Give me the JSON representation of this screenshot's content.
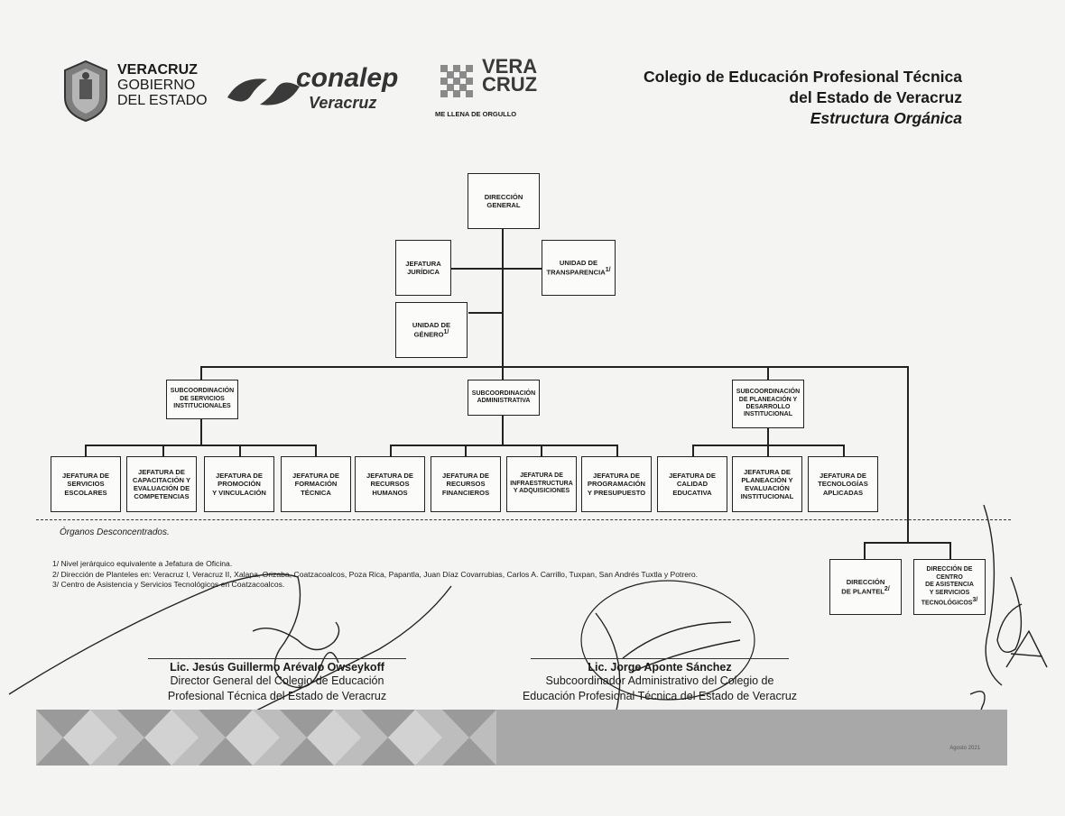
{
  "header": {
    "veracruz_gov": [
      "VERACRUZ",
      "GOBIERNO",
      "DEL ESTADO"
    ],
    "conalep": "conalep",
    "conalep_state": "Veracruz",
    "vera": "VERA",
    "cruz": "CRUZ",
    "vera_tagline": "ME LLENA DE ORGULLO",
    "title_line1": "Colegio de Educación Profesional Técnica",
    "title_line2": "del Estado de Veracruz",
    "title_line3": "Estructura Orgánica"
  },
  "org": {
    "direccion_general": "DIRECCIÓN\nGENERAL",
    "jefatura_juridica": "JEFATURA\nJURÍDICA",
    "unidad_transparencia": "UNIDAD DE\nTRANSPARENCIA",
    "unidad_genero": "UNIDAD DE\nGÉNERO",
    "sup_1": "1/",
    "sup_2": "2/",
    "sup_3": "3/",
    "sub_servicios": "SUBCOORDINACIÓN\nDE SERVICIOS\nINSTITUCIONALES",
    "sub_administrativa": "SUBCOORDINACIÓN\nADMINISTRATIVA",
    "sub_planeacion": "SUBCOORDINACIÓN\nDE PLANEACIÓN Y\nDESARROLLO\nINSTITUCIONAL",
    "jef_servicios_escolares": "JEFATURA DE\nSERVICIOS\nESCOLARES",
    "jef_capacitacion": "JEFATURA DE\nCAPACITACIÓN Y\nEVALUACIÓN DE\nCOMPETENCIAS",
    "jef_promocion": "JEFATURA DE\nPROMOCIÓN\nY VINCULACIÓN",
    "jef_formacion": "JEFATURA DE\nFORMACIÓN\nTÉCNICA",
    "jef_rh": "JEFATURA DE\nRECURSOS\nHUMANOS",
    "jef_rf": "JEFATURA DE\nRECURSOS\nFINANCIEROS",
    "jef_infra": "JEFATURA DE\nINFRAESTRUCTURA\nY ADQUISICIONES",
    "jef_programacion": "JEFATURA DE\nPROGRAMACIÓN\nY PRESUPUESTO",
    "jef_calidad": "JEFATURA DE\nCALIDAD\nEDUCATIVA",
    "jef_planeacion": "JEFATURA DE\nPLANEACIÓN Y\nEVALUACIÓN\nINSTITUCIONAL",
    "jef_tecnologias": "JEFATURA DE\nTECNOLOGÍAS\nAPLICADAS",
    "direccion_plantel": "DIRECCIÓN\nDE PLANTEL",
    "direccion_centro": "DIRECCIÓN DE\nCENTRO\nDE ASISTENCIA\nY SERVICIOS\nTECNOLÓGICOS"
  },
  "organos_label": "Órganos Desconcentrados.",
  "notes": [
    "1/ Nivel jerárquico equivalente a Jefatura de Oficina.",
    "2/ Dirección de Planteles en: Veracruz I, Veracruz II, Xalapa, Orizaba, Coatzacoalcos, Poza Rica, Papantla, Juan Díaz Covarrubias, Carlos A. Carrillo, Tuxpan, San Andrés Tuxtla y Potrero.",
    "3/ Centro de Asistencia y Servicios Tecnológicos en Coatzacoalcos."
  ],
  "signatures": {
    "left_name": "Lic. Jesús Guillermo Arévalo Owseykoff",
    "left_role_1": "Director General del Colegio de Educación",
    "left_role_2": "Profesional Técnica del Estado de Veracruz",
    "right_name": "Lic. Jorge Aponte Sánchez",
    "right_role_1": "Subcoordinador Administrativo del Colegio de",
    "right_role_2": "Educación Profesional Técnica del Estado de Veracruz"
  },
  "footer_small": "Agosto 2021",
  "colors": {
    "ink": "#222222",
    "banner_light": "#c9c9c9",
    "banner_dark": "#8f8f8f"
  }
}
